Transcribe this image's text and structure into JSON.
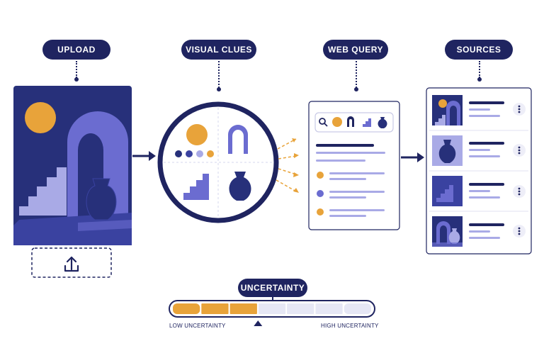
{
  "steps": {
    "upload": "UPLOAD",
    "clues": "VISUAL CLUES",
    "query": "WEB QUERY",
    "sources": "SOURCES"
  },
  "uncertainty": {
    "label": "UNCERTAINTY",
    "low_label": "LOW UNCERTAINTY",
    "high_label": "HIGH UNCERTAINTY",
    "segments_total": 7,
    "segments_filled": 3,
    "level": 0.43
  },
  "colors": {
    "navy": "#1f2460",
    "indigo": "#27307a",
    "purple": "#6b6cd0",
    "lavender": "#a9aae6",
    "orange": "#e8a33a",
    "track": "#e6e7f5"
  },
  "icons": [
    "upload-icon",
    "search-icon",
    "more-vertical-icon",
    "sun-icon",
    "arch-icon",
    "stairs-icon",
    "vase-icon"
  ]
}
